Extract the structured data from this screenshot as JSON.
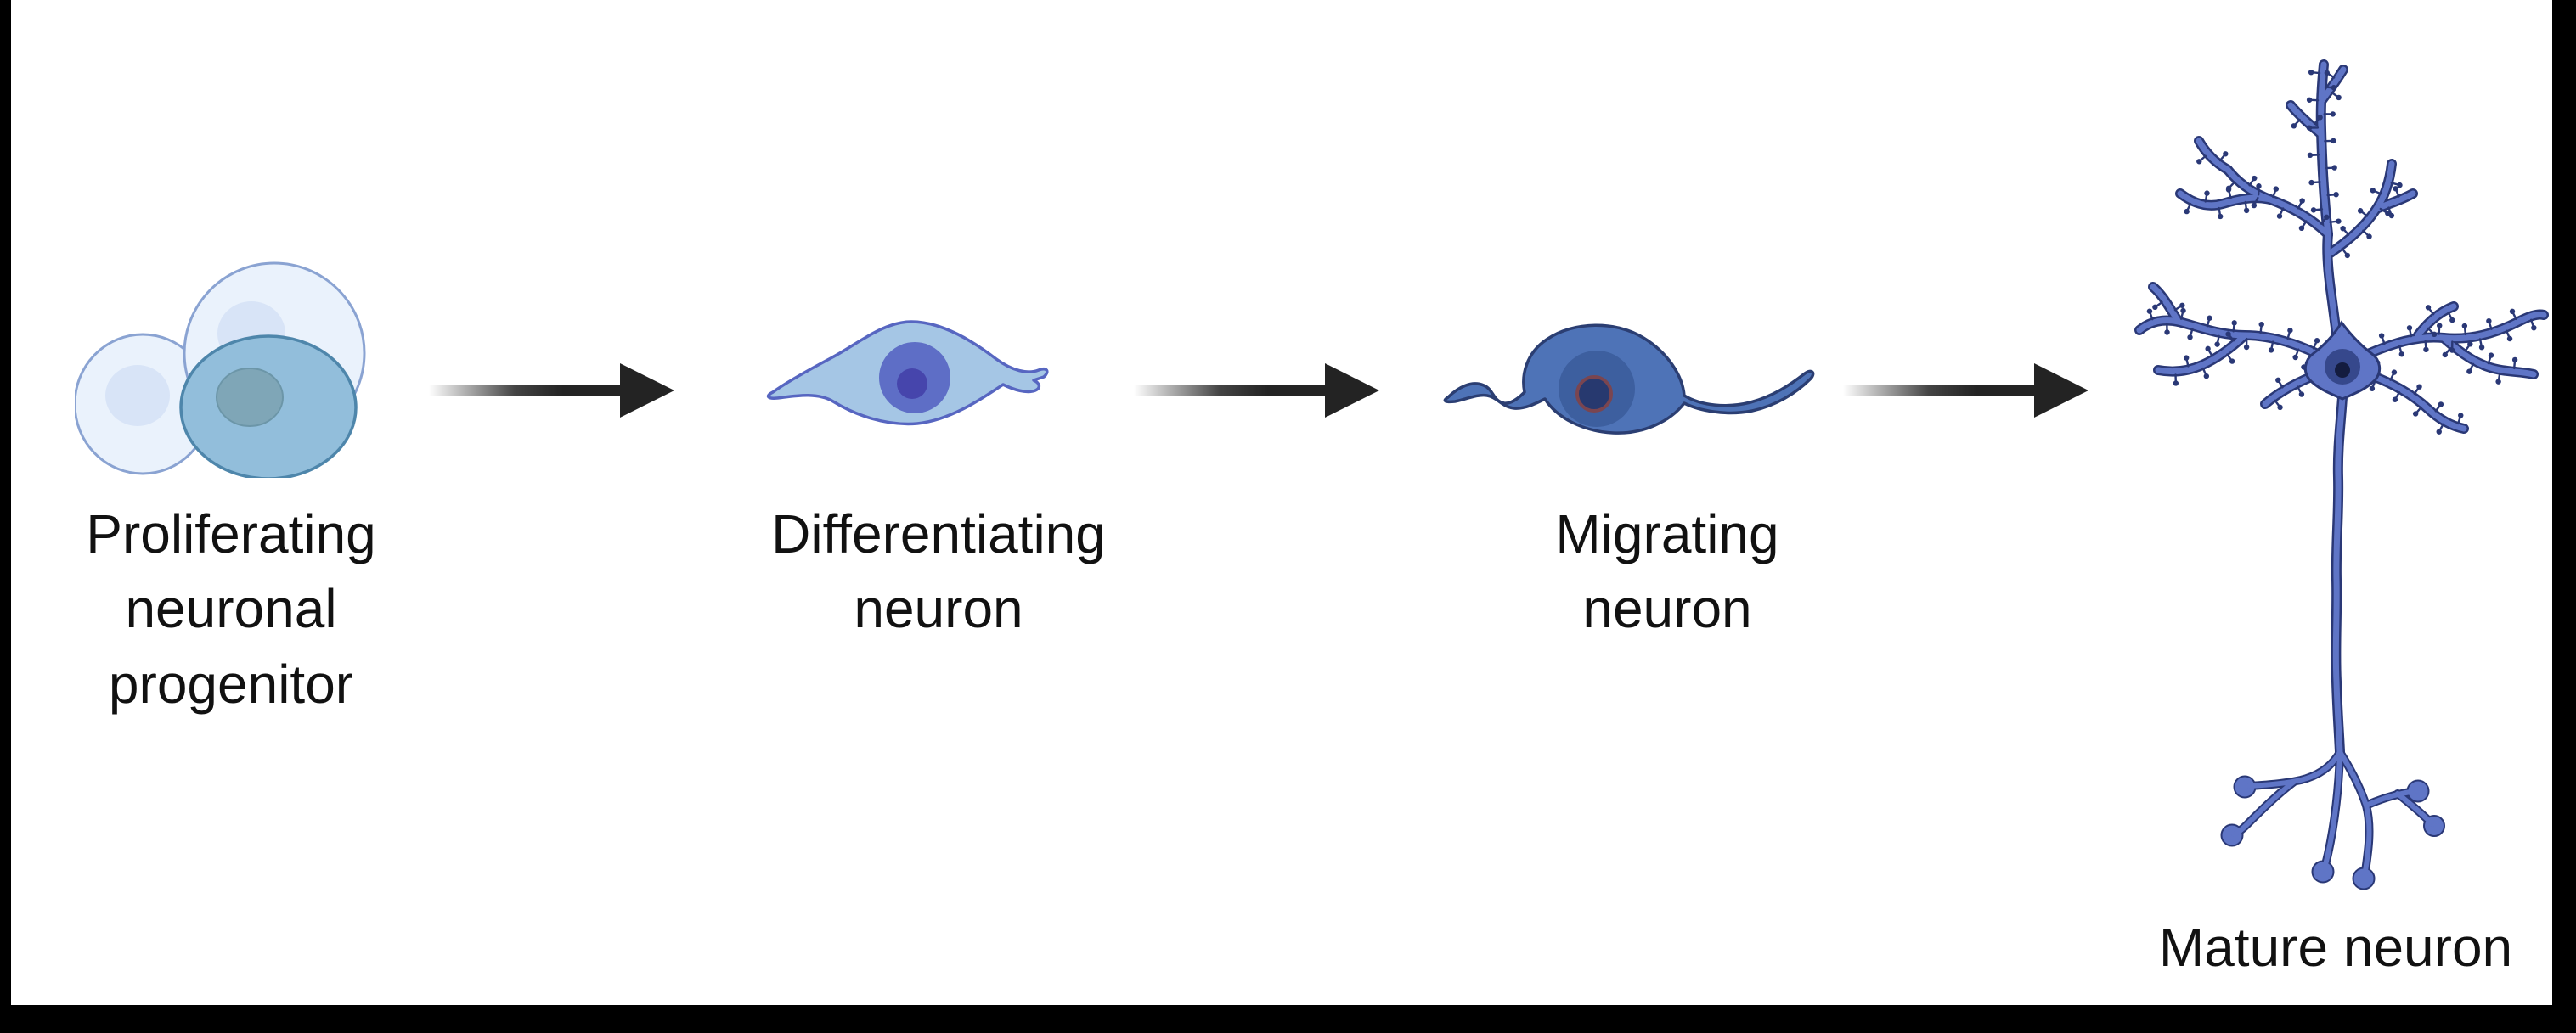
{
  "diagram": {
    "type": "flow",
    "description": "Stages of neuronal development",
    "stages": [
      {
        "name": "proliferating-neuronal-progenitor",
        "label": "Proliferating neuronal progenitor",
        "label_lines": [
          "Proliferating",
          "neuronal",
          "progenitor"
        ]
      },
      {
        "name": "differentiating-neuron",
        "label": "Differentiating neuron",
        "label_lines": [
          "Differentiating",
          "neuron"
        ]
      },
      {
        "name": "migrating-neuron",
        "label": "Migrating neuron",
        "label_lines": [
          "Migrating",
          "neuron"
        ]
      },
      {
        "name": "mature-neuron",
        "label": "Mature neuron",
        "label_lines": [
          "Mature neuron"
        ]
      }
    ],
    "arrow_count": 3,
    "colors": {
      "frame": "#000000",
      "background": "#ffffff",
      "label-text": "#111111",
      "arrow": "#232323",
      "progenitor-cell-light-fill": "#EAF2FC",
      "progenitor-cell-light-stroke": "#8AA3D2",
      "progenitor-nucleus-light": "#D8E4F7",
      "progenitor-cell-dark-fill": "#92BEDB",
      "progenitor-cell-dark-stroke": "#4E86AB",
      "progenitor-nucleus-dark": "#7FA6B7",
      "progenitor-nucleus-dark-stroke": "#6C96A8",
      "differentiating-body-fill": "#A5C6E5",
      "differentiating-body-stroke": "#5766C1",
      "differentiating-nucleus": "#5E6EC6",
      "differentiating-nucleolus": "#4645AC",
      "migrating-body-fill": "#4E73B7",
      "migrating-body-stroke": "#2B3E72",
      "migrating-nucleus": "#3D5F9F",
      "migrating-nucleolus": "#27396F",
      "migrating-nucleolus-ring": "#7A4550",
      "mature-fill": "#5F75C6",
      "mature-outline": "#2A3876",
      "mature-nucleus": "#36488C",
      "mature-nucleolus": "#141C3F"
    }
  }
}
